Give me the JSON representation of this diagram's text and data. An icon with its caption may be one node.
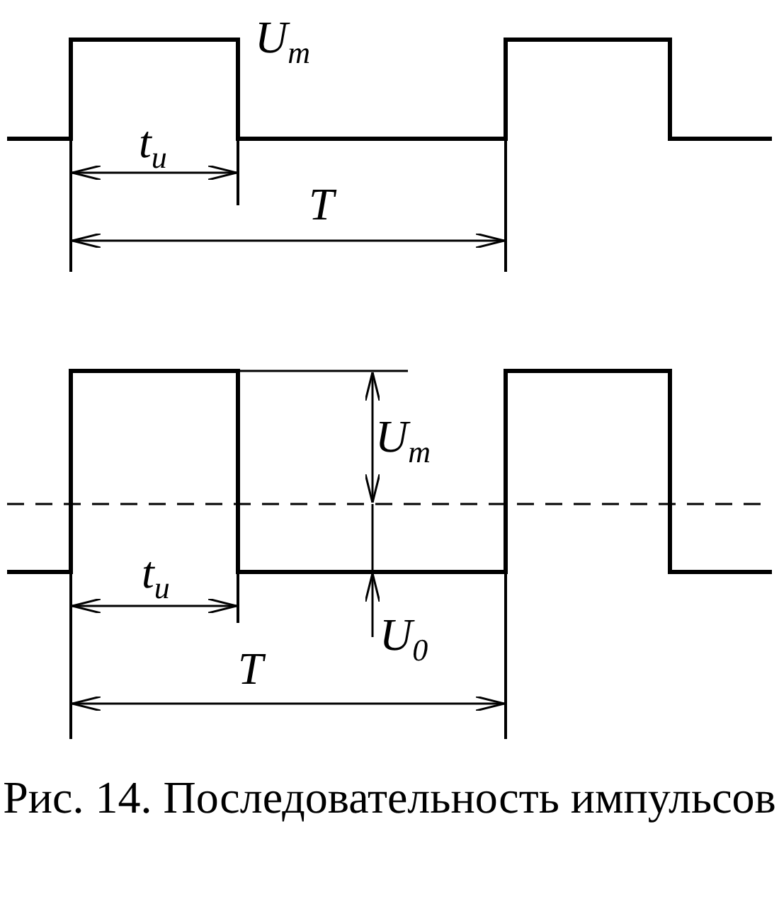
{
  "diagram": {
    "caption": "Рис. 14. Последовательность импульсов",
    "labels": [
      "U$_{m}$",
      "t$_{и}$",
      "T",
      "U$_{m}$",
      "t$_{и}$",
      "U$_{0}$",
      "T"
    ]
  }
}
